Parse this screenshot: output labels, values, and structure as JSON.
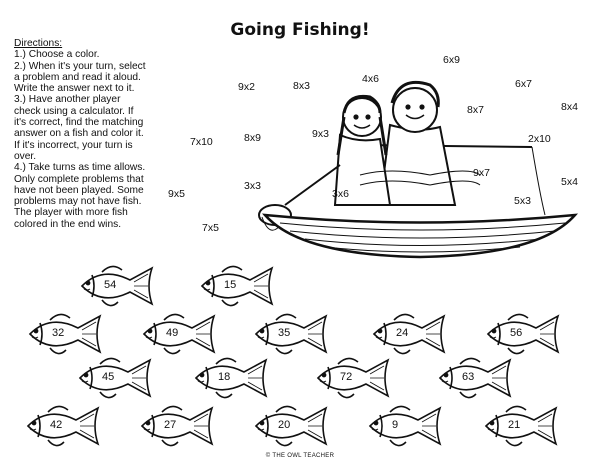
{
  "title": "Going Fishing!",
  "directions": {
    "heading": "Directions:",
    "lines": [
      "1.) Choose a color.",
      "2.) When it's your turn, select",
      "a problem and read it aloud.",
      "Write the answer next to it.",
      "3.) Have another player",
      "check using a calculator. If",
      "it's correct, find the matching",
      "answer on a fish and color it.",
      "If it's incorrect, your turn is",
      "over.",
      "4.) Take turns as time allows.",
      "Only complete problems that",
      "have not been played. Some",
      "problems may not have fish.",
      "The player with more fish",
      "colored in the end wins."
    ]
  },
  "problems": [
    "6x9",
    "4x6",
    "9x2",
    "8x3",
    "6x7",
    "8x7",
    "8x4",
    "7x10",
    "8x9",
    "9x3",
    "2x10",
    "9x7",
    "5x4",
    "9x5",
    "3x3",
    "3x6",
    "5x3",
    "7x5"
  ],
  "fish": [
    "54",
    "15",
    "32",
    "49",
    "35",
    "24",
    "56",
    "45",
    "18",
    "72",
    "63",
    "42",
    "27",
    "20",
    "9",
    "21"
  ],
  "credit": "© THE OWL TEACHER",
  "icons": {
    "boat": "boat-with-children-icon",
    "fish": "fish-icon"
  }
}
